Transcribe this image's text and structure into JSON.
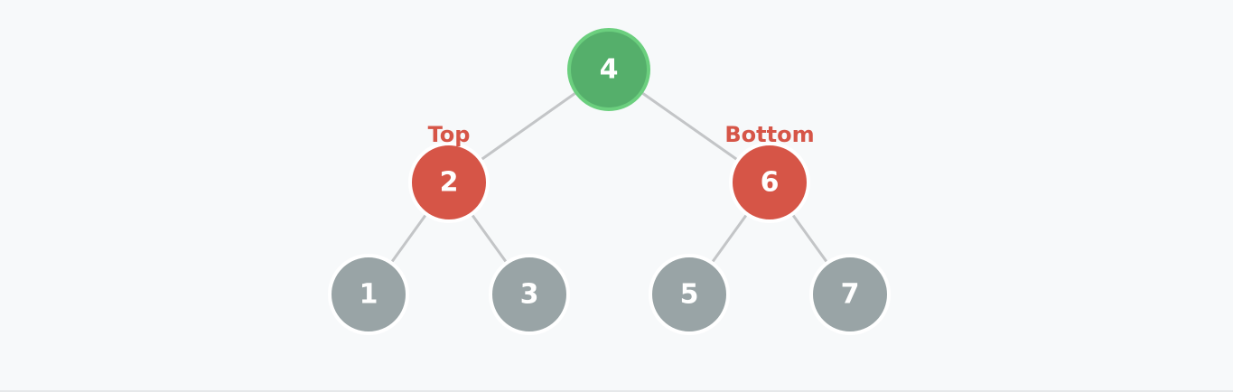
{
  "colors": {
    "background": "#f7f9fa",
    "edge": "#c3c5c7",
    "root_fill": "#55af6b",
    "root_ring": "#6bcf7e",
    "highlight_fill": "#d65547",
    "default_fill": "#99a4a6",
    "node_border": "#ffffff",
    "node_text": "#ffffff",
    "tag_text": "#d65547"
  },
  "tree": {
    "nodes": [
      {
        "id": "n4",
        "value": "4",
        "state": "root"
      },
      {
        "id": "n2",
        "value": "2",
        "state": "highlight",
        "tag": "Top"
      },
      {
        "id": "n6",
        "value": "6",
        "state": "highlight",
        "tag": "Bottom"
      },
      {
        "id": "n1",
        "value": "1",
        "state": "default"
      },
      {
        "id": "n3",
        "value": "3",
        "state": "default"
      },
      {
        "id": "n5",
        "value": "5",
        "state": "default"
      },
      {
        "id": "n7",
        "value": "7",
        "state": "default"
      }
    ],
    "edges": [
      [
        "n4",
        "n2"
      ],
      [
        "n4",
        "n6"
      ],
      [
        "n2",
        "n1"
      ],
      [
        "n2",
        "n3"
      ],
      [
        "n6",
        "n5"
      ],
      [
        "n6",
        "n7"
      ]
    ]
  }
}
